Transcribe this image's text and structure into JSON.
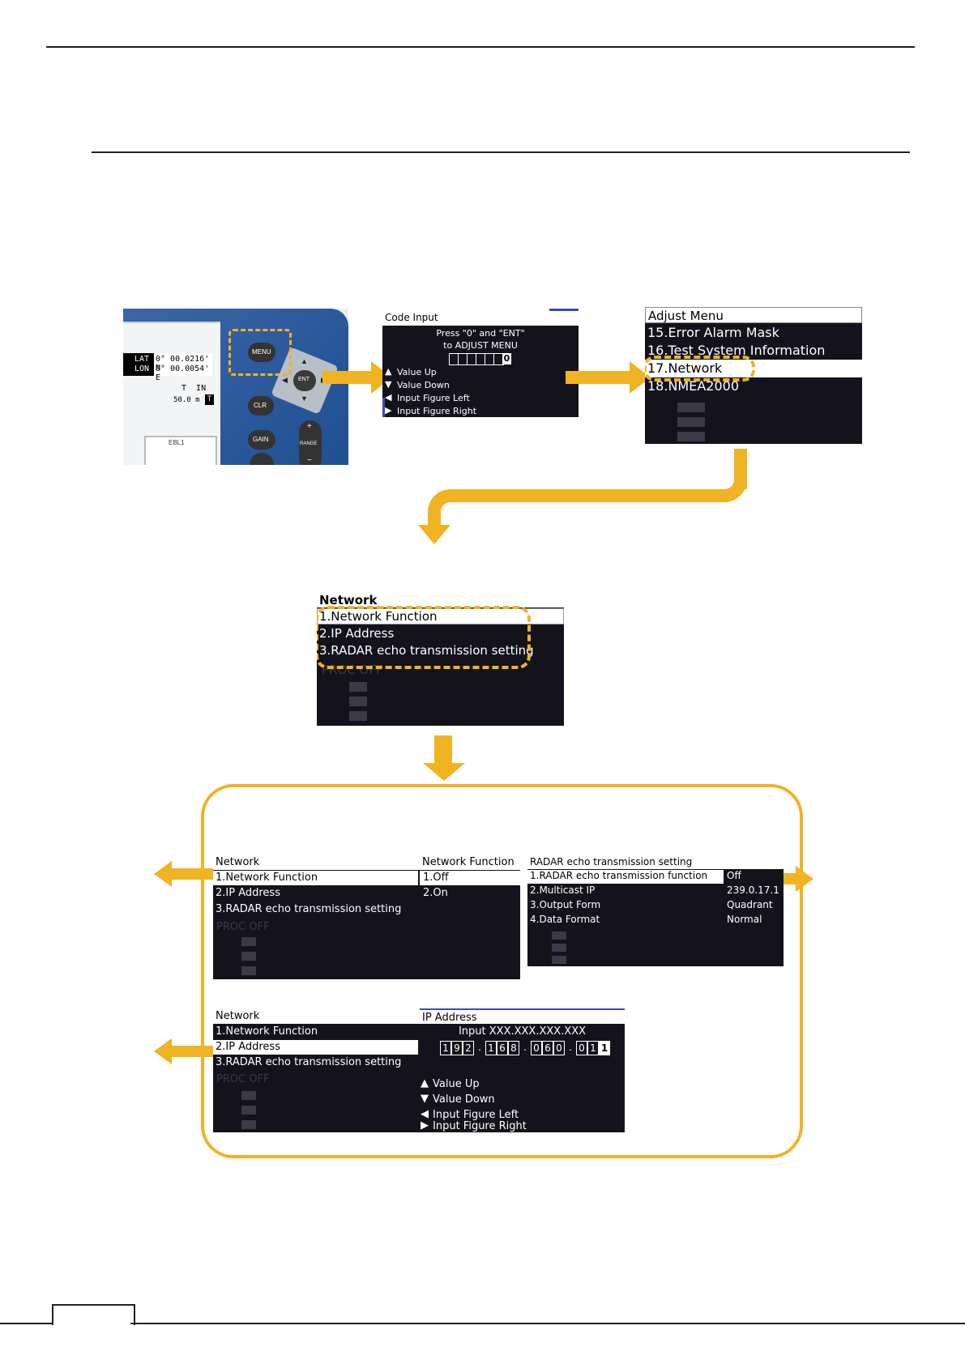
{
  "device": {
    "lat_label": "LAT",
    "lon_label": "LON",
    "lat_value": "0° 00.0216' N",
    "lon_value": "0° 00.0054' E",
    "orientation": "T  IN",
    "range_value": "50.0 m",
    "range_badge": "T",
    "ebl_label": "EBL1",
    "buttons": {
      "menu": "MENU",
      "ent": "ENT",
      "clr": "CLR",
      "gain": "GAIN",
      "range": "RANGE",
      "plus": "+",
      "minus": "−"
    }
  },
  "code_input": {
    "title": "Code Input",
    "line1": "Press \"0\" and \"ENT\"",
    "line2": "to ADJUST MENU",
    "digit": "0",
    "items": [
      "Value Up",
      "Value Down",
      "Input Figure Left",
      "Input Figure Right"
    ]
  },
  "adjust_menu": {
    "title": "Adjust Menu",
    "items": [
      "15.Error Alarm Mask",
      "16.Test System Information",
      "17.Network",
      "18.NMEA2000"
    ]
  },
  "network_menu": {
    "title": "Network",
    "items": [
      "1.Network Function",
      "2.IP Address",
      "3.RADAR echo transmission setting"
    ],
    "ghost": "PROC OFF"
  },
  "network_function": {
    "left_title": "Network",
    "right_title": "Network Function",
    "items": [
      "1.Network Function",
      "2.IP Address",
      "3.RADAR echo transmission setting"
    ],
    "options": [
      "1.Off",
      "2.On"
    ],
    "ghost": "PROC OFF"
  },
  "radar_echo": {
    "title": "RADAR echo transmission setting",
    "items": [
      {
        "label": "1.RADAR echo transmission function",
        "value": "Off"
      },
      {
        "label": "2.Multicast IP",
        "value": "239.0.17.1"
      },
      {
        "label": "3.Output Form",
        "value": "Quadrant"
      },
      {
        "label": "4.Data Format",
        "value": "Normal"
      }
    ]
  },
  "ip_address": {
    "left_title": "Network",
    "right_title": "IP Address",
    "items": [
      "1.Network Function",
      "2.IP Address",
      "3.RADAR echo transmission setting"
    ],
    "prompt": "Input XXX.XXX.XXX.XXX",
    "digits": [
      "1",
      "9",
      "2",
      ".",
      "1",
      "6",
      "8",
      ".",
      "0",
      "6",
      "0",
      ".",
      "0",
      "1",
      "1"
    ],
    "help": [
      "Value Up",
      "Value Down",
      "Input Figure Left",
      "Input Figure Right"
    ],
    "ghost": "PROC OFF"
  }
}
